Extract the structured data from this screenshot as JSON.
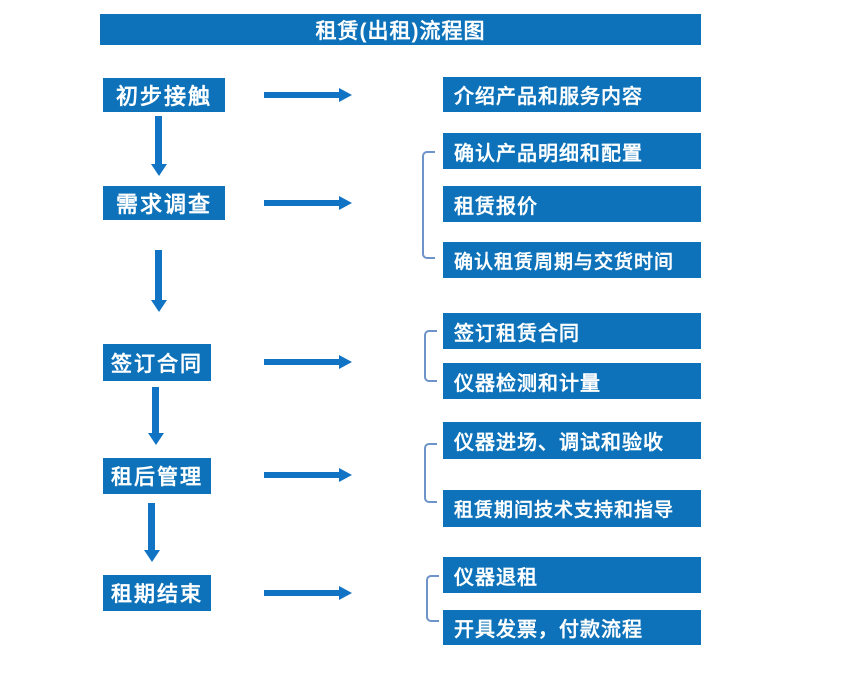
{
  "title": "租赁(出租)流程图",
  "colors": {
    "box-blue": "#0d72b9",
    "arrow-blue": "#1173c4",
    "bracket-blue": "#6d93c8"
  },
  "steps": [
    {
      "label": "初步接触",
      "outputs": [
        "介绍产品和服务内容"
      ]
    },
    {
      "label": "需求调查",
      "outputs": [
        "确认产品明细和配置",
        "租赁报价",
        "确认租赁周期与交货时间"
      ]
    },
    {
      "label": "签订合同",
      "outputs": [
        "签订租赁合同",
        "仪器检测和计量"
      ]
    },
    {
      "label": "租后管理",
      "outputs": [
        "仪器进场、调试和验收",
        "租赁期间技术支持和指导"
      ]
    },
    {
      "label": "租期结束",
      "outputs": [
        "仪器退租",
        "开具发票，付款流程"
      ]
    }
  ]
}
